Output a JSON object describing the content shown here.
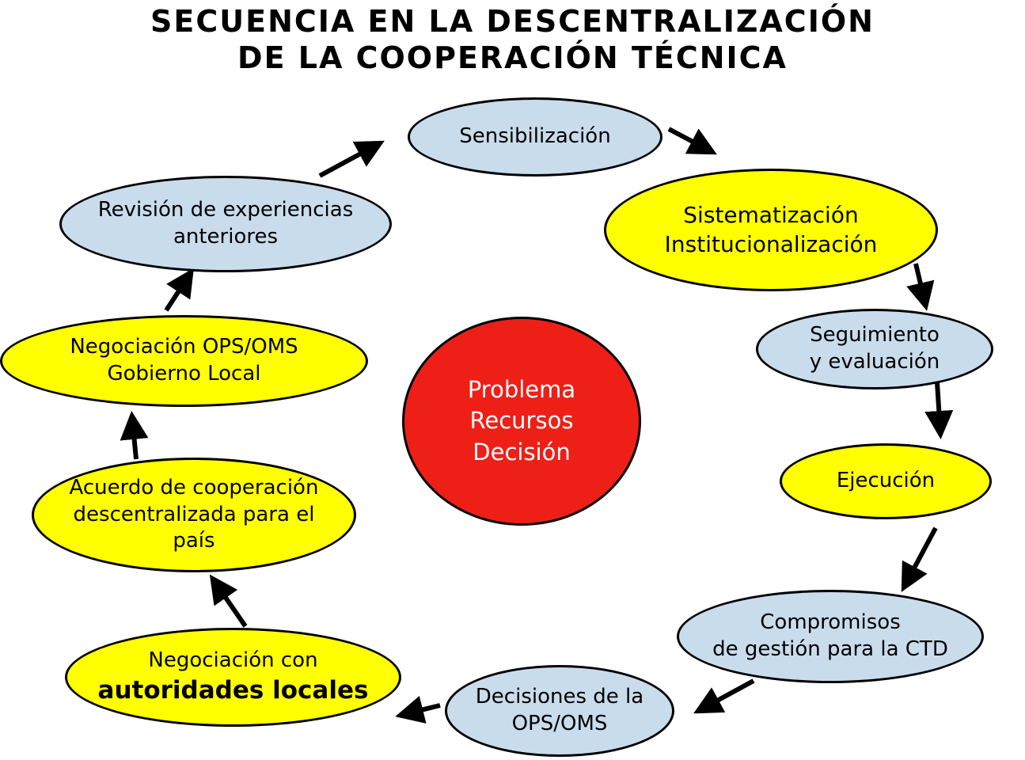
{
  "title": {
    "line1": "SECUENCIA EN LA DESCENTRALIZACIÓN",
    "line2": "DE LA COOPERACIÓN TÉCNICA"
  },
  "colors": {
    "blue": "#c9dcec",
    "yellow": "#ffff00",
    "red": "#ee1f17",
    "outline": "#000000"
  },
  "center": {
    "lines": [
      "Problema",
      "Recursos",
      "Decisión"
    ]
  },
  "nodes": [
    {
      "id": "sensibilizacion",
      "color": "blue",
      "line1": "Sensibilización"
    },
    {
      "id": "sistematizacion",
      "color": "yellow",
      "line1": "Sistematización",
      "line2": "Institucionalización"
    },
    {
      "id": "seguimiento",
      "color": "blue",
      "line1": "Seguimiento",
      "line2": "y evaluación"
    },
    {
      "id": "ejecucion",
      "color": "yellow",
      "line1": "Ejecución"
    },
    {
      "id": "compromisos",
      "color": "blue",
      "line1": "Compromisos",
      "line2": "de gestión para la CTD"
    },
    {
      "id": "decisiones",
      "color": "blue",
      "line1": "Decisiones de la",
      "line2": "OPS/OMS"
    },
    {
      "id": "negociacion-local",
      "color": "yellow",
      "line1": "Negociación con",
      "line2": "autoridades locales"
    },
    {
      "id": "acuerdo",
      "color": "yellow",
      "line1": "Acuerdo de cooperación",
      "line2": "descentralizada para el",
      "line3": "país"
    },
    {
      "id": "negociacion-ops",
      "color": "yellow",
      "line1": "Negociación OPS/OMS",
      "line2": "Gobierno Local"
    },
    {
      "id": "revision",
      "color": "blue",
      "line1": "Revisión de experiencias",
      "line2": "anteriores"
    }
  ]
}
